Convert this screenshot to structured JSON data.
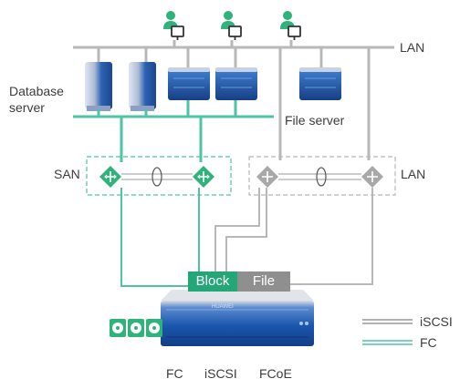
{
  "labels": {
    "lan_top": "LAN",
    "database_server_line1": "Database",
    "database_server_line2": "server",
    "file_server": "File server",
    "san": "SAN",
    "lan_switch": "LAN",
    "block": "Block",
    "file": "File",
    "legend_iscsi": "iSCSI",
    "legend_fc": "FC",
    "protocol_fc": "FC",
    "protocol_iscsi": "iSCSI",
    "protocol_fcoe": "FCoE",
    "storage_brand": "HUAWEI"
  },
  "colors": {
    "fc_green": "#4fc3a6",
    "lan_gray": "#b8b8b8",
    "server_blue": "#1f5aa8",
    "user_green": "#2fb37a",
    "block_green": "#23a776",
    "file_gray": "#8f8f8f"
  },
  "icons": {
    "user": "user-workstation-icon",
    "rack_server": "rack-server-icon",
    "tower_server": "tower-server-icon",
    "switch": "network-switch-icon",
    "storage": "storage-array-icon",
    "disk": "disk-icon"
  }
}
